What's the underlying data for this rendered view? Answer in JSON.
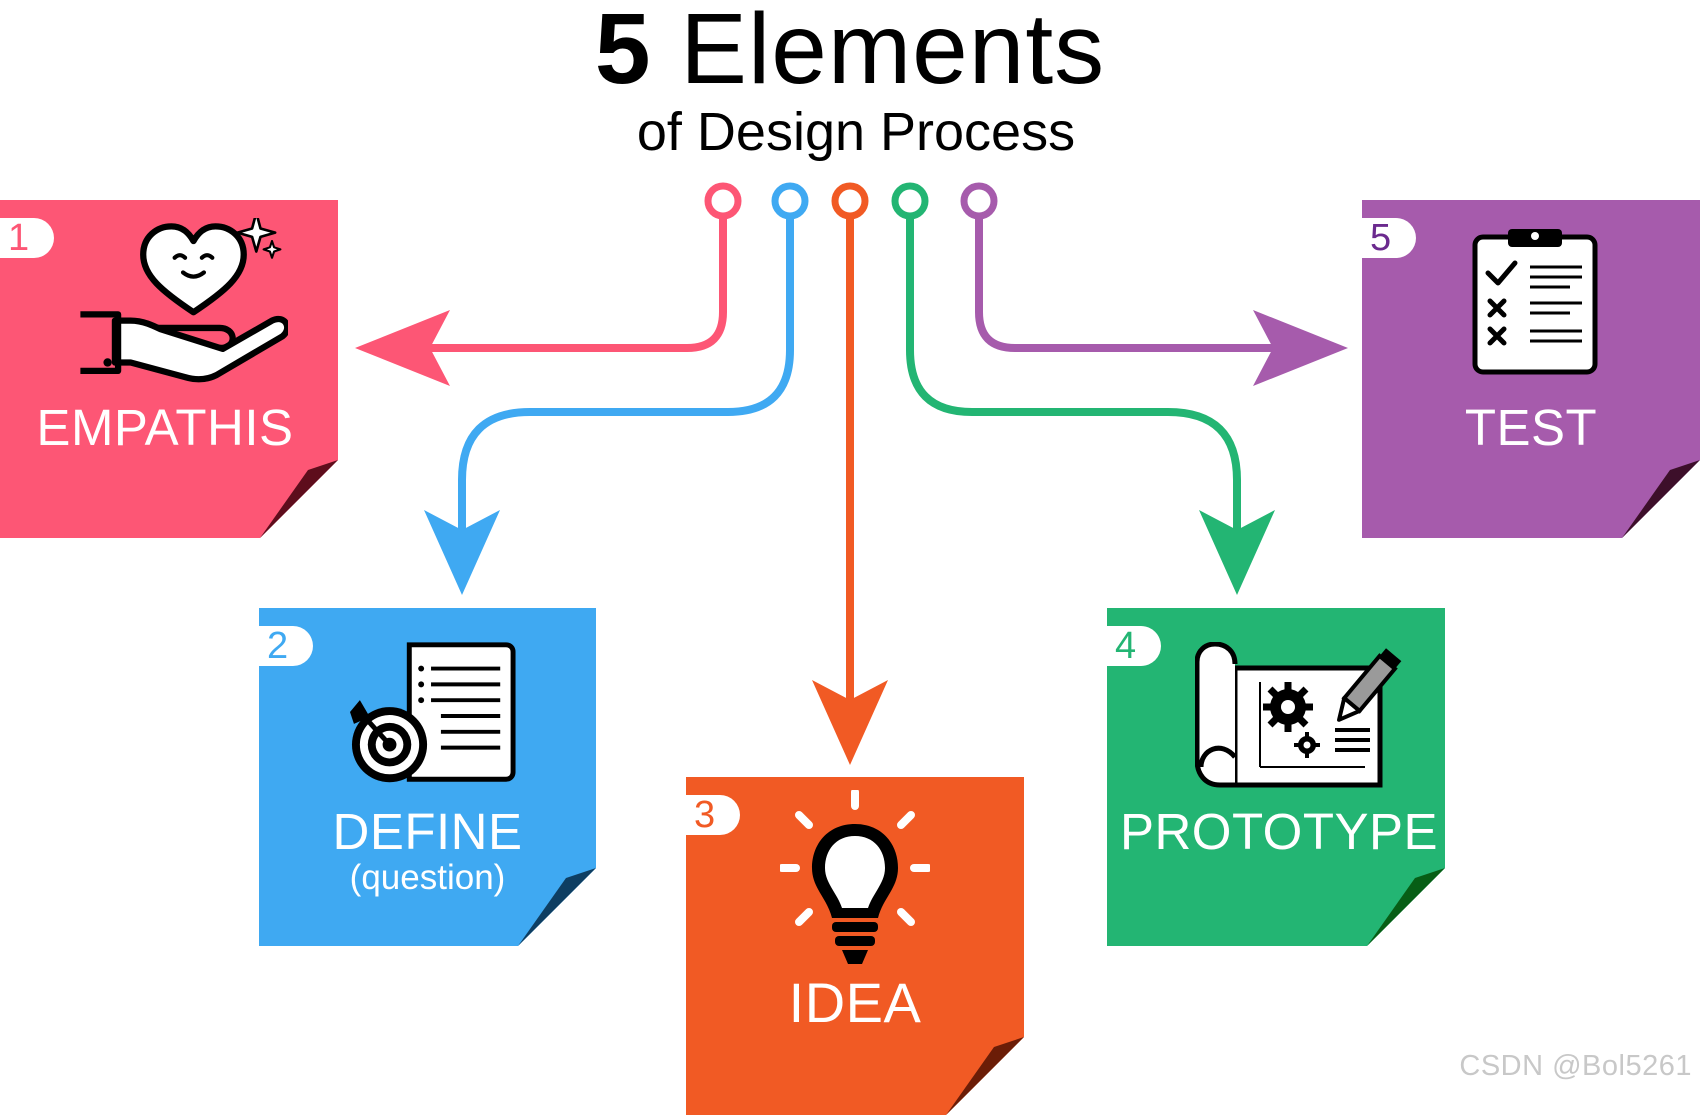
{
  "title": {
    "number": "5",
    "word": "Elements",
    "subtitle": "of Design Process"
  },
  "elements": [
    {
      "number": "1",
      "label": "EMPATHIS",
      "sublabel": "",
      "color": "#fd5675",
      "fold_color": "#5e0d1c",
      "icon": "heart-in-hand-icon"
    },
    {
      "number": "2",
      "label": "DEFINE",
      "sublabel": "(question)",
      "color": "#3fa9f2",
      "fold_color": "#0e3e62",
      "icon": "target-document-icon"
    },
    {
      "number": "3",
      "label": "IDEA",
      "sublabel": "",
      "color": "#f15a24",
      "fold_color": "#6b1d07",
      "icon": "lightbulb-icon"
    },
    {
      "number": "4",
      "label": "PROTOTYPE",
      "sublabel": "",
      "color": "#23b573",
      "fold_color": "#075e16",
      "icon": "blueprint-pencil-icon"
    },
    {
      "number": "5",
      "label": "TEST",
      "sublabel": "",
      "color": "#a65bac",
      "fold_color": "#3d0f2a",
      "icon": "clipboard-checklist-icon"
    }
  ],
  "watermark": "CSDN @Bol5261"
}
